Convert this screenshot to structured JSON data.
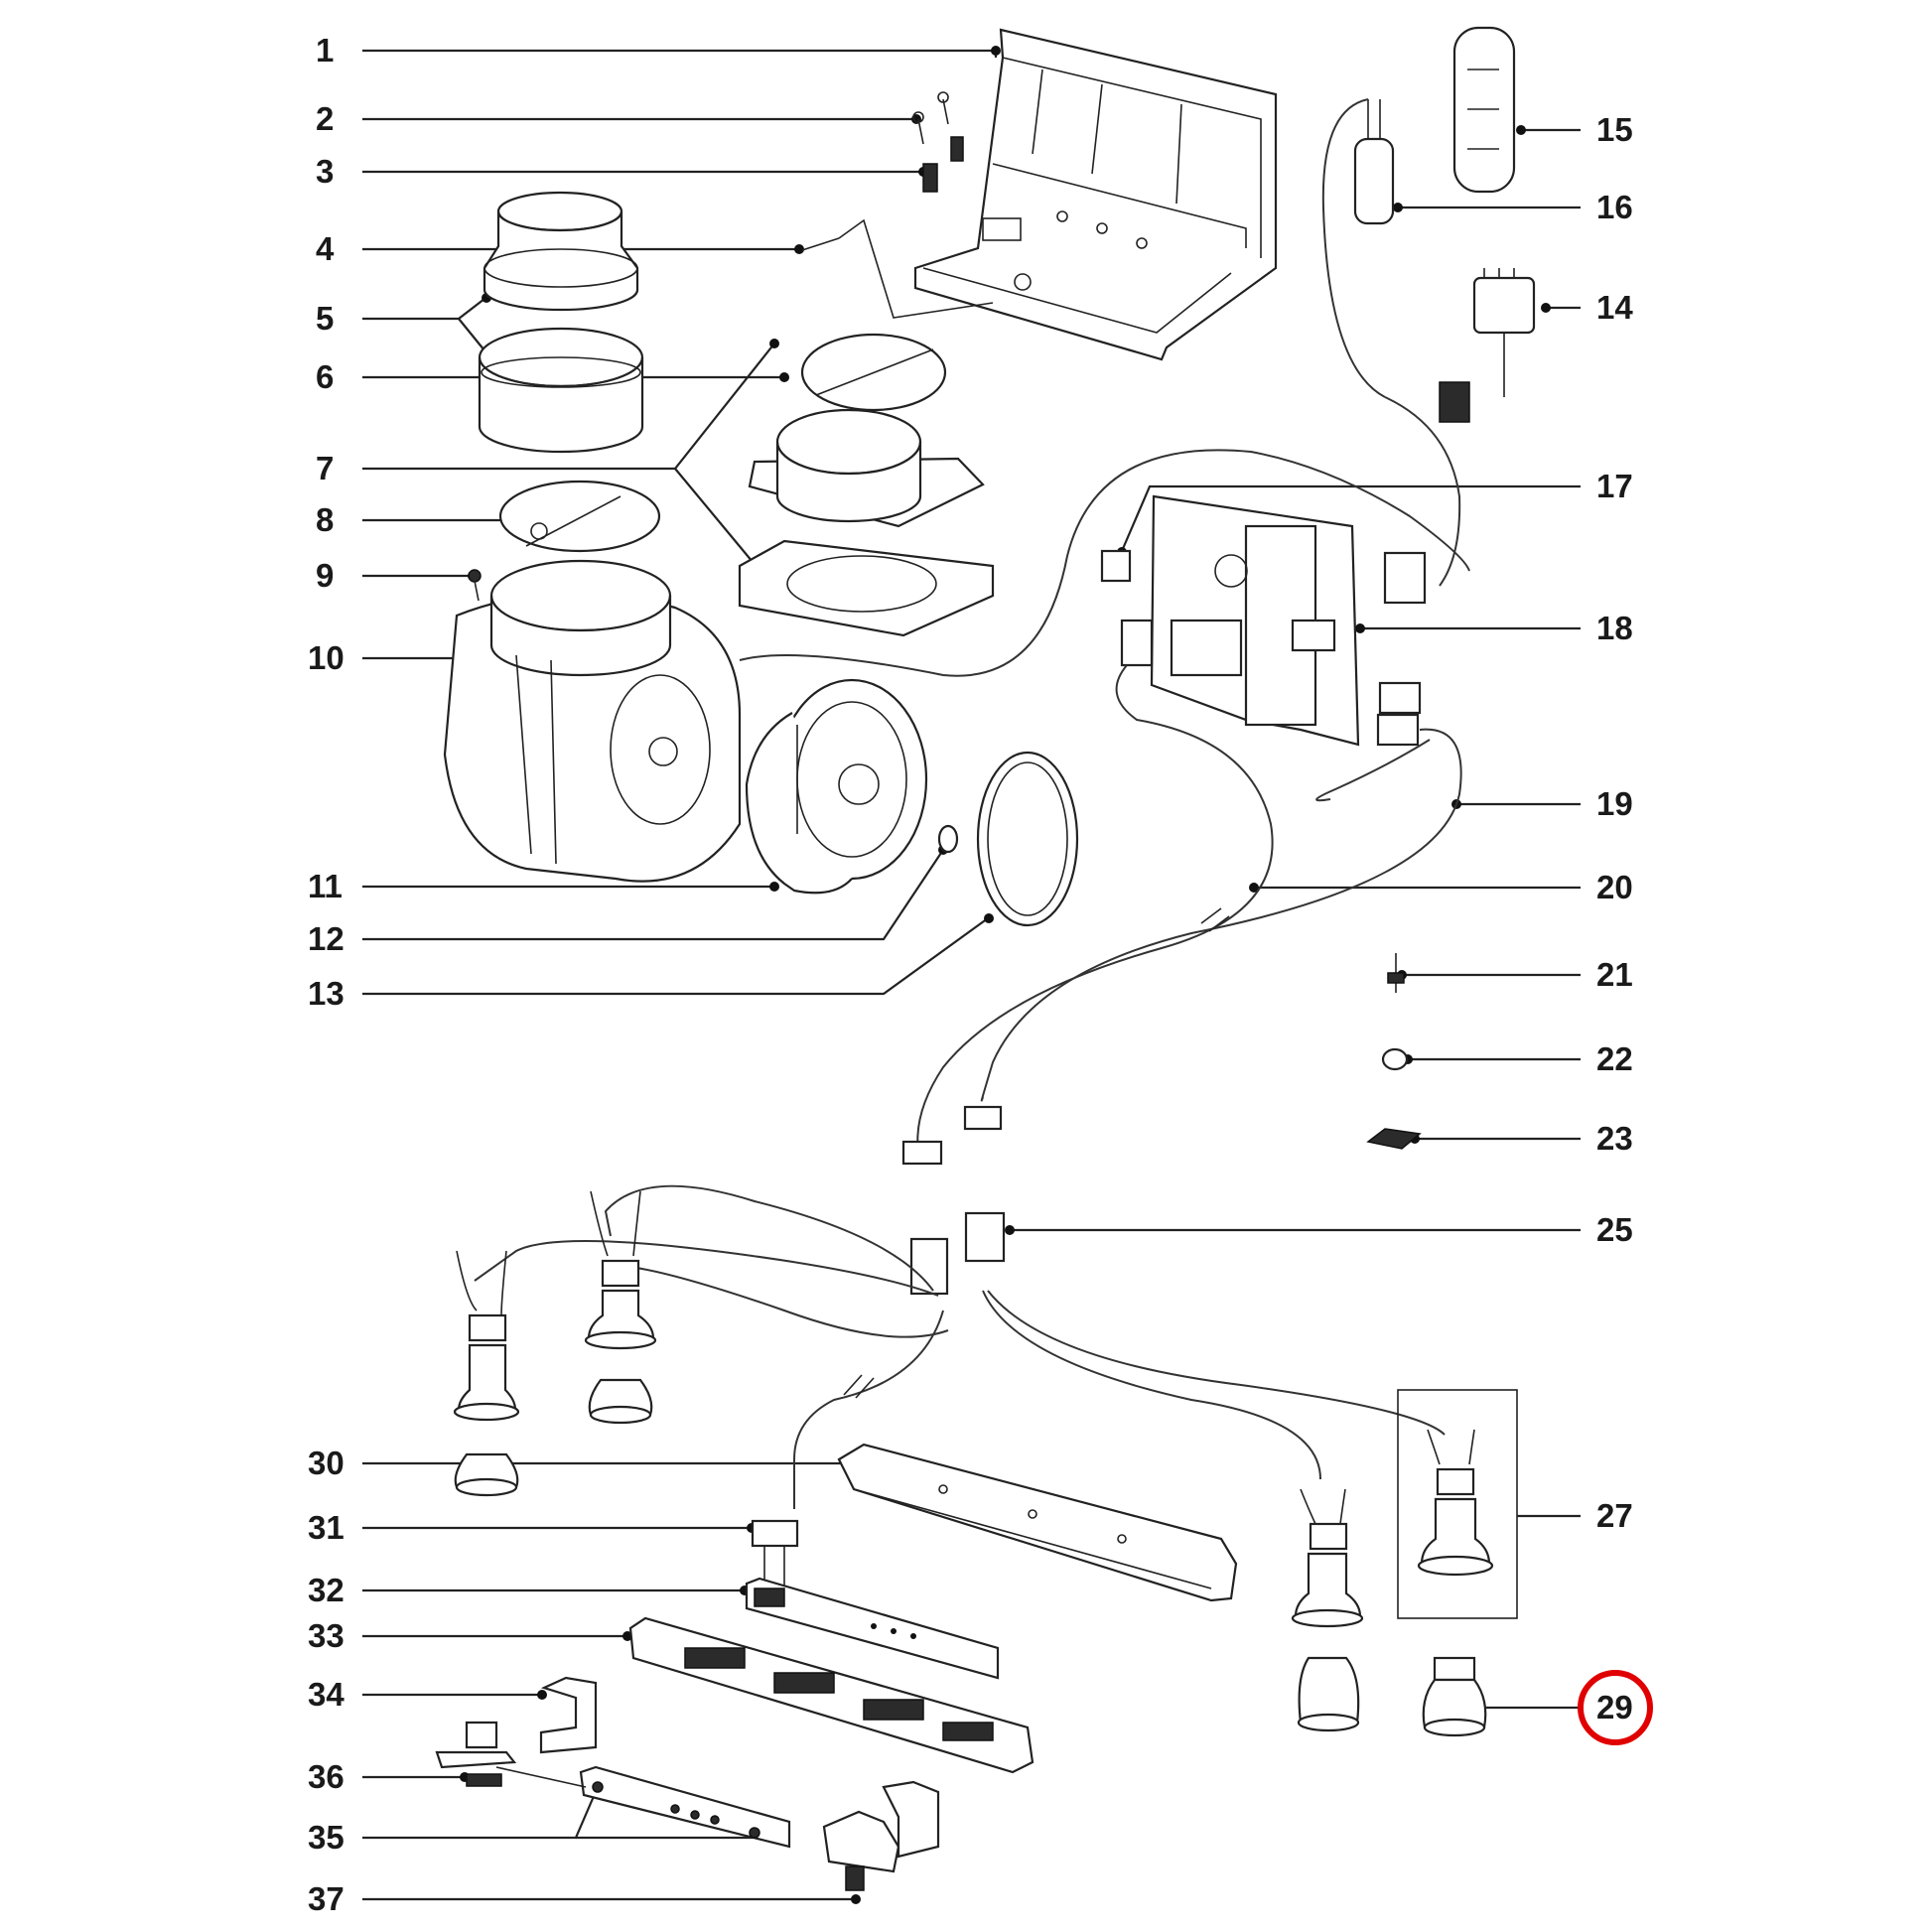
{
  "labels": {
    "l1": "1",
    "l2": "2",
    "l3": "3",
    "l4": "4",
    "l5": "5",
    "l6": "6",
    "l7": "7",
    "l8": "8",
    "l9": "9",
    "l10": "10",
    "l11": "11",
    "l12": "12",
    "l13": "13",
    "l14": "14",
    "l15": "15",
    "l16": "16",
    "l17": "17",
    "l18": "18",
    "l19": "19",
    "l20": "20",
    "l21": "21",
    "l22": "22",
    "l23": "23",
    "l25": "25",
    "l27": "27",
    "l29": "29",
    "l30": "30",
    "l31": "31",
    "l32": "32",
    "l33": "33",
    "l34": "34",
    "l35": "35",
    "l36": "36",
    "l37": "37"
  },
  "highlight": {
    "part": "29",
    "color": "#e00000"
  }
}
